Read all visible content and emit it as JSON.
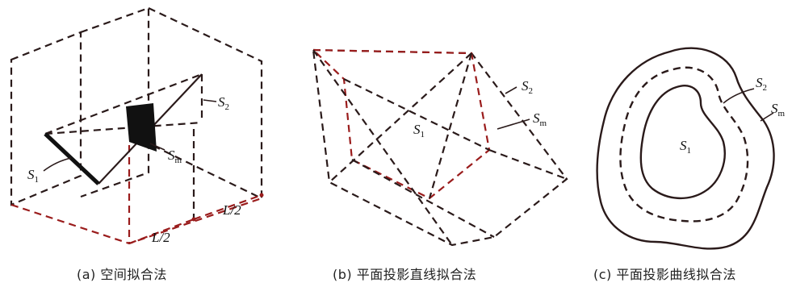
{
  "panels": {
    "a": {
      "caption": "(a) 空间拟合法",
      "labels": {
        "s1": "S",
        "s1_sub": "1",
        "s2": "S",
        "s2_sub": "2",
        "sm": "S",
        "sm_sub": "m",
        "l_half_1": "L/2",
        "l_half_2": "L/2"
      }
    },
    "b": {
      "caption": "(b) 平面投影直线拟合法",
      "labels": {
        "s1": "S",
        "s1_sub": "1",
        "s2": "S",
        "s2_sub": "2",
        "sm": "S",
        "sm_sub": "m"
      }
    },
    "c": {
      "caption": "(c) 平面投影曲线拟合法",
      "labels": {
        "s1": "S",
        "s1_sub": "1",
        "s2": "S",
        "s2_sub": "2",
        "sm": "S",
        "sm_sub": "m"
      }
    }
  },
  "colors": {
    "line": "#2a1a1a",
    "accent_red": "#9a1c1c",
    "fill_dark": "#111111"
  }
}
